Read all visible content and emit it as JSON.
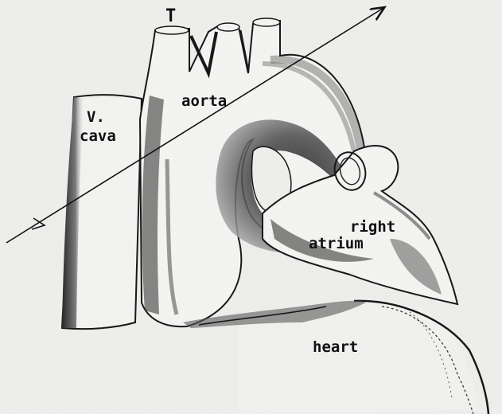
{
  "labels": {
    "t_marker": "T",
    "v_cava_line1": "V.",
    "v_cava_line2": "cava",
    "aorta": "aorta",
    "right_atrium_line1": "right",
    "right_atrium_line2": "atrium",
    "heart": "heart"
  }
}
